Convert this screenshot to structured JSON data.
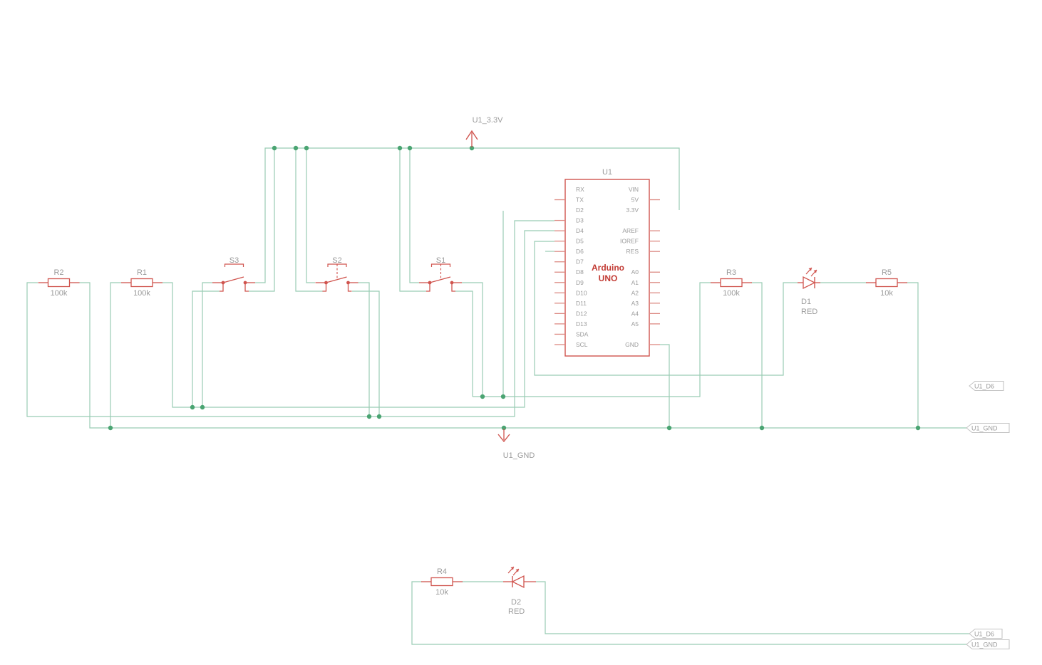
{
  "colors": {
    "bg": "#ffffff",
    "wire": "#99ccb3",
    "junction": "#4aa472",
    "component": "#d0544e",
    "pin_stub": "#dd8b84",
    "label": "#9b9b9b",
    "chip_name": "#c23b34",
    "flag_border": "#c5c5c5"
  },
  "chip": {
    "ref": "U1",
    "name_line1": "Arduino",
    "name_line2": "UNO",
    "left_pins": [
      {
        "name": "RX",
        "row": 0
      },
      {
        "name": "TX",
        "row": 1
      },
      {
        "name": "D2",
        "row": 2
      },
      {
        "name": "D3",
        "row": 3
      },
      {
        "name": "D4",
        "row": 4
      },
      {
        "name": "D5",
        "row": 5
      },
      {
        "name": "D6",
        "row": 6
      },
      {
        "name": "D7",
        "row": 7
      },
      {
        "name": "D8",
        "row": 8
      },
      {
        "name": "D9",
        "row": 9
      },
      {
        "name": "D10",
        "row": 10
      },
      {
        "name": "D11",
        "row": 11
      },
      {
        "name": "D12",
        "row": 12
      },
      {
        "name": "D13",
        "row": 13
      },
      {
        "name": "SDA",
        "row": 14
      },
      {
        "name": "SCL",
        "row": 15
      }
    ],
    "right_pins": [
      {
        "name": "VIN",
        "row": 0
      },
      {
        "name": "5V",
        "row": 1
      },
      {
        "name": "3.3V",
        "row": 2
      },
      {
        "name": "AREF",
        "row": 4
      },
      {
        "name": "IOREF",
        "row": 5
      },
      {
        "name": "RES",
        "row": 6
      },
      {
        "name": "A0",
        "row": 8
      },
      {
        "name": "A1",
        "row": 9
      },
      {
        "name": "A2",
        "row": 10
      },
      {
        "name": "A3",
        "row": 11
      },
      {
        "name": "A4",
        "row": 12
      },
      {
        "name": "A5",
        "row": 13
      },
      {
        "name": "GND",
        "row": 15
      }
    ]
  },
  "power": {
    "v33_label": "U1_3.3V",
    "gnd_label": "U1_GND"
  },
  "flags": {
    "right_d6": "U1_D6",
    "right_gnd": "U1_GND",
    "bottom_d6": "U1_D6",
    "bottom_gnd": "U1_GND"
  },
  "components": {
    "r2": {
      "ref": "R2",
      "value": "100k"
    },
    "r1": {
      "ref": "R1",
      "value": "100k"
    },
    "r3": {
      "ref": "R3",
      "value": "100k"
    },
    "r5": {
      "ref": "R5",
      "value": "10k"
    },
    "r4": {
      "ref": "R4",
      "value": "10k"
    },
    "s3": {
      "ref": "S3"
    },
    "s2": {
      "ref": "S2"
    },
    "s1": {
      "ref": "S1"
    },
    "d1": {
      "ref": "D1",
      "value": "RED"
    },
    "d2": {
      "ref": "D2",
      "value": "RED"
    }
  }
}
